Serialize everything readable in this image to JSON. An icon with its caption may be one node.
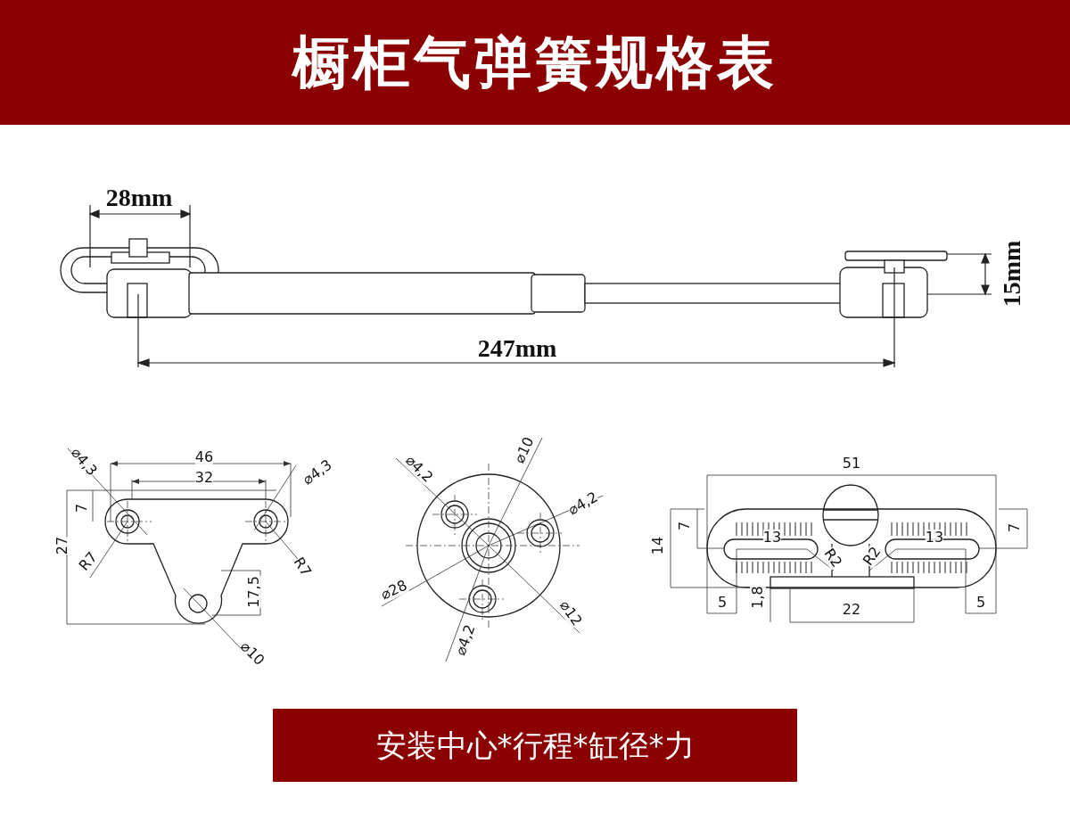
{
  "diagram": {
    "title": "橱柜气弹簧规格表",
    "caption": "安装中心*行程*缸径*力",
    "labels": [
      "28mm",
      "15mm",
      "247mm",
      "⌀4,3",
      "46",
      "⌀4,3",
      "32",
      "7",
      "27",
      "R7",
      "R7",
      "17,5",
      "⌀10",
      "⌀4,2",
      "⌀10",
      "⌀4,2",
      "⌀28",
      "⌀12",
      "⌀4,2",
      "51",
      "7",
      "14",
      "7",
      "13",
      "13",
      "R2",
      "R2",
      "5",
      "1,8",
      "22",
      "5"
    ]
  }
}
